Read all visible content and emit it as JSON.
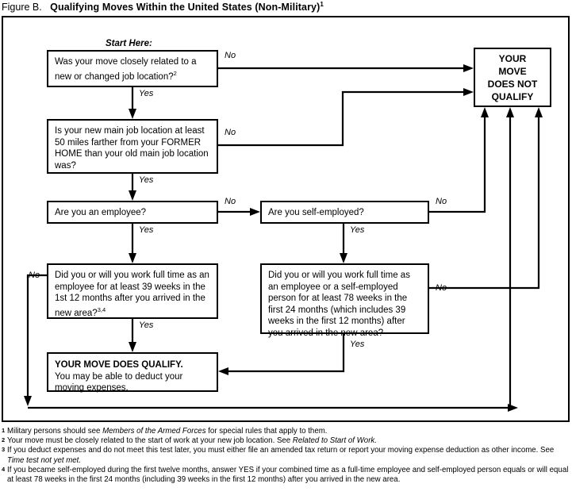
{
  "figure": {
    "label": "Figure B.",
    "title": "Qualifying Moves Within the United States (Non-Military)",
    "title_superscript": "1"
  },
  "start_label": "Start Here:",
  "nodes": {
    "q1": {
      "text": "Was your move closely related to a new or changed job location?",
      "superscript": "2"
    },
    "q2": {
      "text": "Is your new main job location at least 50 miles farther from your FORMER HOME than your old main job location was?"
    },
    "q3": {
      "text": "Are you an employee?"
    },
    "q4": {
      "text": "Are you self-employed?"
    },
    "q5": {
      "text": "Did you or will you work full time as an employee for at least 39 weeks in the 1st 12 months after you arrived in the new area?",
      "superscript": "3,4"
    },
    "q6": {
      "text": "Did you or will you work full time as an employee or a self-employed person for at least 78 weeks in the first 24 months (which includes 39 weeks in the first 12 months) after you arrived in the new area?"
    },
    "qualify": {
      "title": "YOUR MOVE DOES QUALIFY.",
      "subtitle": "You may be able to deduct your moving expenses."
    },
    "not_qualify": {
      "line1": "YOUR",
      "line2": "MOVE",
      "line3": "DOES NOT",
      "line4": "QUALIFY"
    }
  },
  "edges": {
    "q1_no": "No",
    "q1_yes": "Yes",
    "q2_no": "No",
    "q2_yes": "Yes",
    "q3_no": "No",
    "q3_yes": "Yes",
    "q4_no": "No",
    "q4_yes": "Yes",
    "q5_no": "No",
    "q5_yes": "Yes",
    "q6_no": "No",
    "q6_yes": "Yes"
  },
  "footnotes": [
    {
      "num": "1",
      "parts": [
        {
          "t": "Military persons should see ",
          "i": false
        },
        {
          "t": "Members of the Armed Forces",
          "i": true
        },
        {
          "t": " for special rules that apply to them.",
          "i": false
        }
      ]
    },
    {
      "num": "2",
      "parts": [
        {
          "t": "Your move must be closely related to the start of work at your new job location. See ",
          "i": false
        },
        {
          "t": "Related to Start of Work.",
          "i": true
        }
      ]
    },
    {
      "num": "3",
      "parts": [
        {
          "t": "If you deduct expenses and do not meet this test later, you must either file an amended tax return or report your moving expense deduction as other income. See ",
          "i": false
        },
        {
          "t": "Time test not yet met.",
          "i": true
        }
      ]
    },
    {
      "num": "4",
      "parts": [
        {
          "t": "If you became self-employed during the first twelve months, answer YES if your combined time as a full-time employee and self-employed person equals or will equal at least 78 weeks in the first 24 months (including 39 weeks in the first 12 months) after you arrived in the new area.",
          "i": false
        }
      ]
    }
  ],
  "colors": {
    "ink": "#000000",
    "paper": "#ffffff"
  }
}
